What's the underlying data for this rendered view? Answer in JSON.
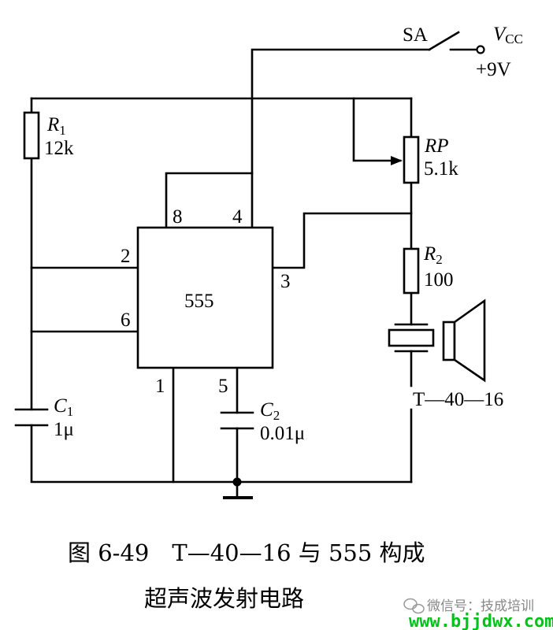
{
  "switch_label": "SA",
  "supply": {
    "name": "V",
    "sub": "CC",
    "voltage": "+9V"
  },
  "r1": {
    "name": "R",
    "sub": "1",
    "value": "12k"
  },
  "rp": {
    "name": "RP",
    "value": "5.1k"
  },
  "r2": {
    "name": "R",
    "sub": "2",
    "value": "100"
  },
  "c1": {
    "name": "C",
    "sub": "1",
    "value": "1μ"
  },
  "c2": {
    "name": "C",
    "sub": "2",
    "value": "0.01μ"
  },
  "ic": {
    "label": "555",
    "pins": {
      "p8": "8",
      "p4": "4",
      "p2": "2",
      "p6": "6",
      "p3": "3",
      "p1": "1",
      "p5": "5"
    }
  },
  "transducer_label": "T—40—16",
  "caption": {
    "line1": "图 6-49　T—40—16 与 555 构成",
    "line2": "超声波发射电路"
  },
  "watermark": {
    "text": "微信号：技成培训",
    "url": "www.bjjdwx.com"
  },
  "colors": {
    "ink": "#000000",
    "watermark_url": "#00c21a",
    "watermark_text": "#888888"
  }
}
